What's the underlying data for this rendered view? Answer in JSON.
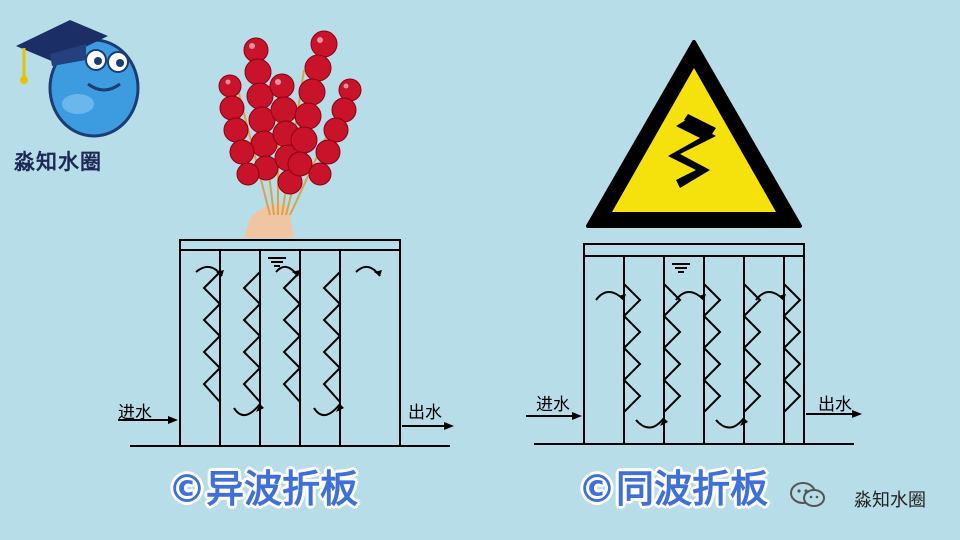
{
  "logo": {
    "text": "淼知水圈"
  },
  "diagram_left": {
    "inlet_label": "进水",
    "outlet_label": "出水",
    "caption": "©异波折板"
  },
  "diagram_right": {
    "inlet_label": "进水",
    "outlet_label": "出水",
    "caption": "©同波折板"
  },
  "watermark": {
    "text": "淼知水圈"
  },
  "colors": {
    "background": "#b7dde8",
    "caption": "#3f6fd8",
    "warning_yellow": "#f5e20c"
  }
}
